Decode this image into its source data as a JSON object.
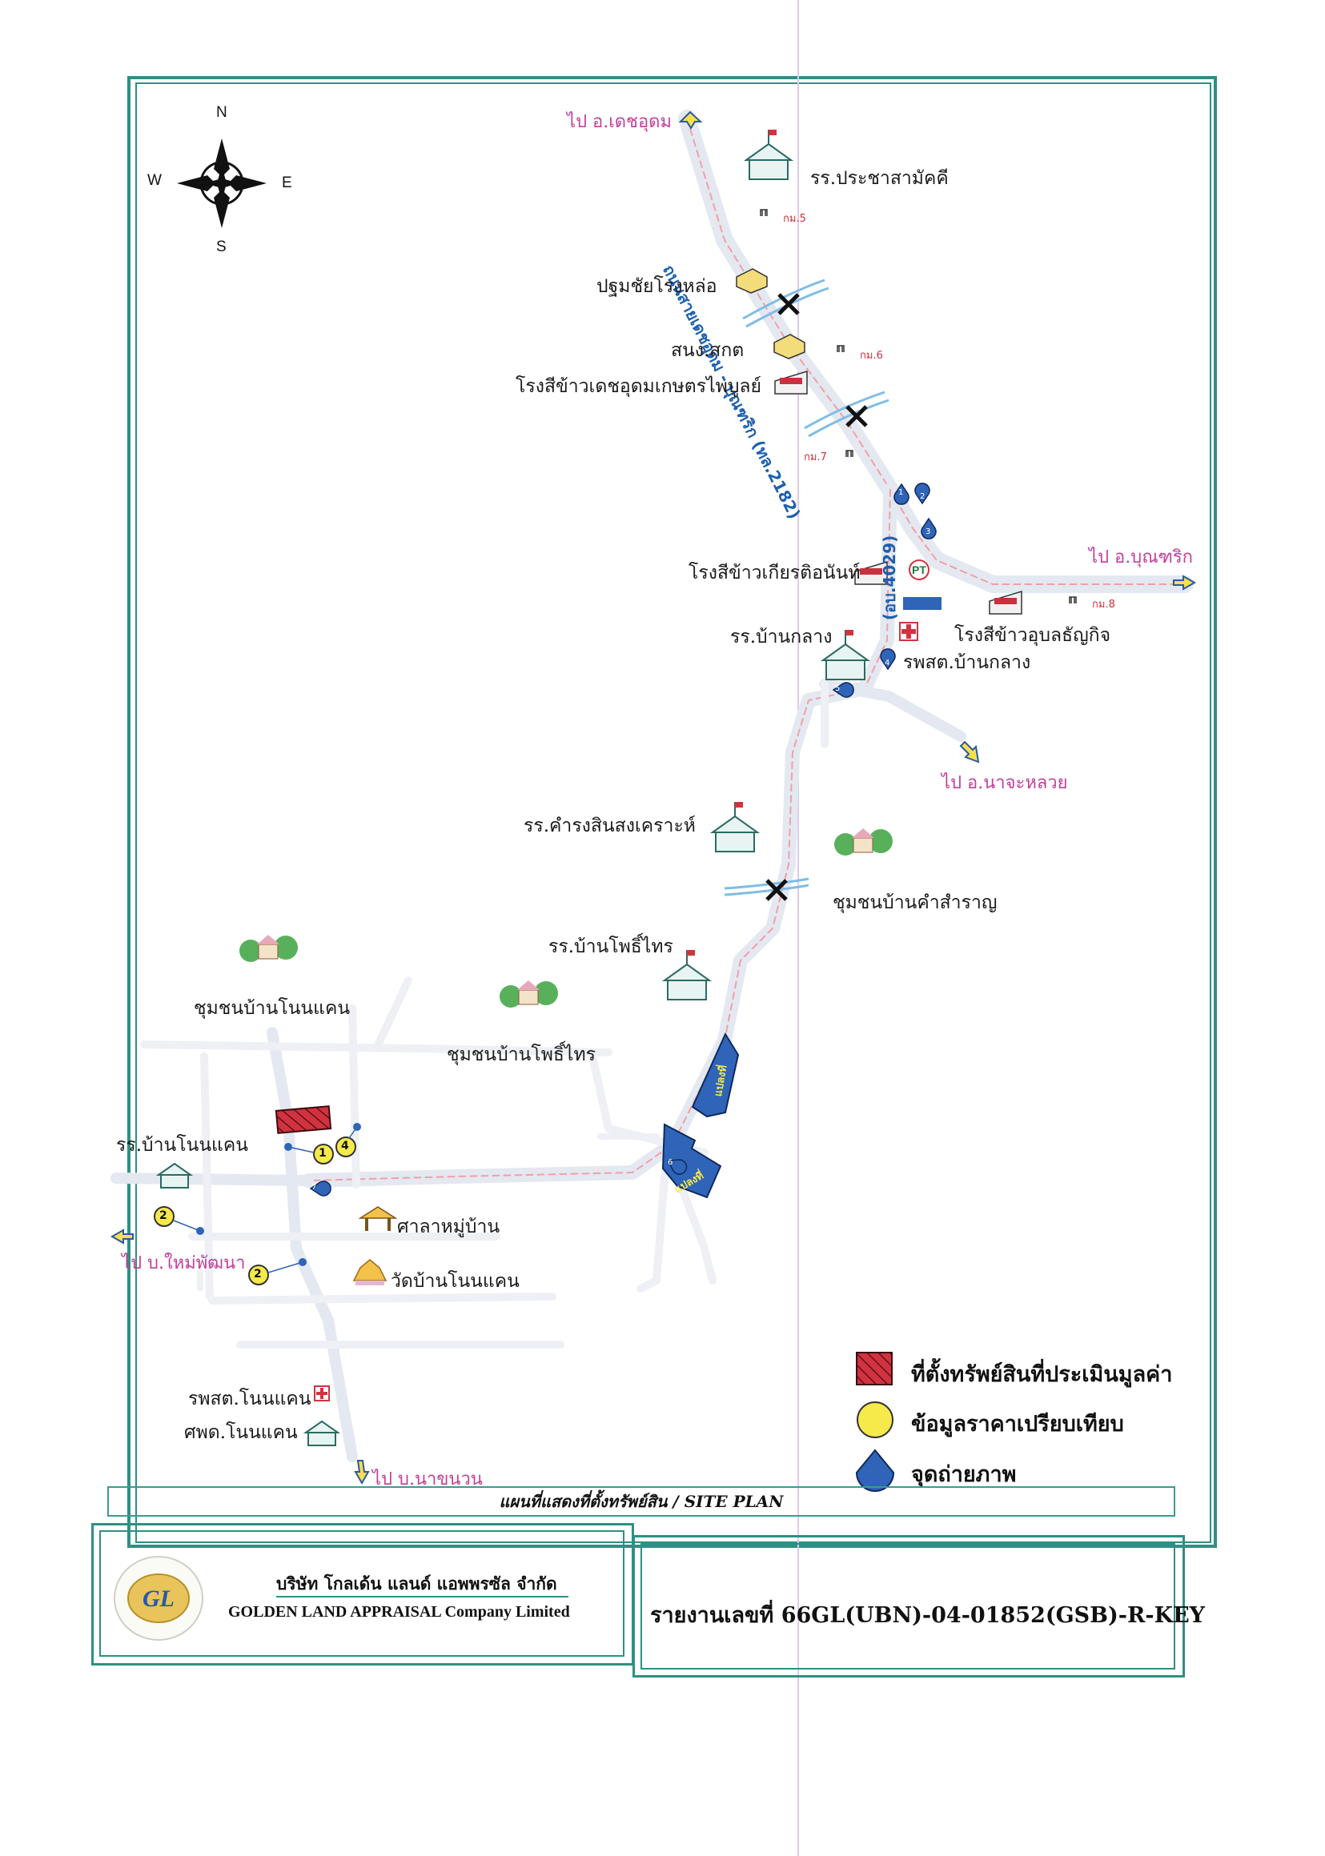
{
  "compass": {
    "n": "N",
    "s": "S",
    "e": "E",
    "w": "W"
  },
  "directions": {
    "to_det_udom": "ไป อ.เดชอุดม",
    "to_bunthrik": "ไป อ.บุณฑริก",
    "to_na_chaluai": "ไป อ.นาจะหลวย",
    "to_mai_phatthana": "ไป บ.ใหม่พัฒนา",
    "to_na_khanuan": "ไป บ.นาขนวน"
  },
  "roads": {
    "highway": "ถนนสายเดชอุดม - บุณฑริก (ทล.2182)",
    "local": "(อบ.4029)"
  },
  "km_markers": {
    "km5": "กม.5",
    "km6": "กม.6",
    "km7": "กม.7",
    "km8": "กม.8"
  },
  "places": {
    "school_pracha": "รร.ประชาสามัคคี",
    "pathumchai": "ปฐมชัยโรงหล่อ",
    "sanong": "สนง.สกต",
    "rice_det": "โรงสีข้าวเดชอุดมเกษตรไพบูลย์",
    "rice_kiat": "โรงสีข้าวเกียรติอนันท์",
    "school_ban_klang": "รร.บ้านกลาง",
    "rice_ubon": "โรงสีข้าวอุบลธัญกิจ",
    "hospital_ban_klang": "รพสต.บ้านกลาง",
    "school_kamrong": "รร.คำรงสินสงเคราะห์",
    "community_kham": "ชุมชนบ้านคำสำราญ",
    "school_pho_sai": "รร.บ้านโพธิ์ไทร",
    "community_non_khaen": "ชุมชนบ้านโนนแคน",
    "community_pho_sai": "ชุมชนบ้านโพธิ์ไทร",
    "school_non_khaen": "รร.บ้านโนนแคน",
    "sala": "ศาลาหมู่บ้าน",
    "temple": "วัดบ้านโนนแคน",
    "hospital_non_khaen": "รพสต.โนนแคน",
    "center_non_khaen": "ศพด.โนนแคน"
  },
  "plot_labels": {
    "a": "แปลงที่",
    "b": "แปลงที่"
  },
  "comparable_numbers": [
    "1",
    "4",
    "2",
    "2"
  ],
  "photo_points": [
    "1",
    "2",
    "3",
    "4",
    "5",
    "6",
    "7"
  ],
  "legend": {
    "subject": "ที่ตั้งทรัพย์สินที่ประเมินมูลค่า",
    "comparable": "ข้อมูลราคาเปรียบเทียบ",
    "photo": "จุดถ่ายภาพ"
  },
  "title": "แผนที่แสดงที่ตั้งทรัพย์สิน / SITE PLAN",
  "company": {
    "name_th": "บริษัท โกลเด้น แลนด์ แอพพรซัล จำกัด",
    "name_en": "GOLDEN LAND APPRAISAL Company Limited",
    "logo_text": "GL"
  },
  "report_no": "รายงานเลขที่ 66GL(UBN)-04-01852(GSB)-R-KEY",
  "colors": {
    "frame": "#2f8f84",
    "subject": "#d2323f",
    "comparable": "#f6e94a",
    "photo": "#2f64b8",
    "direction_text": "#c2409a",
    "road": "#e7ebf2"
  }
}
